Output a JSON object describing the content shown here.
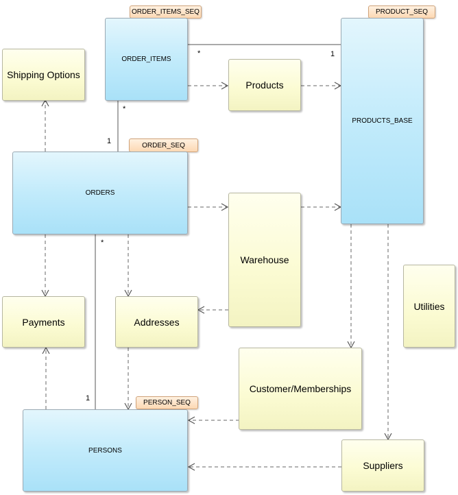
{
  "entities": {
    "order_items": "ORDER_ITEMS",
    "products_base": "PRODUCTS_BASE",
    "orders": "ORDERS",
    "persons": "PERSONS"
  },
  "sequences": {
    "order_items_seq": "ORDER_ITEMS_SEQ",
    "product_seq": "PRODUCT_SEQ",
    "order_seq": "ORDER_SEQ",
    "person_seq": "PERSON_SEQ"
  },
  "modules": {
    "shipping_options": "Shipping Options",
    "products": "Products",
    "warehouse": "Warehouse",
    "payments": "Payments",
    "addresses": "Addresses",
    "utilities": "Utilities",
    "customer_memberships": "Customer/Memberships",
    "suppliers": "Suppliers"
  },
  "multiplicities": {
    "order_items_products_many": "*",
    "order_items_products_one": "1",
    "order_items_orders_many": "*",
    "order_items_orders_one": "1",
    "orders_persons_many": "*",
    "orders_persons_one": "1"
  },
  "colors": {
    "entity_fill": "#c2ebfb",
    "module_fill": "#fbfbd2",
    "sequence_fill": "#fcd8b3",
    "line": "#555555"
  }
}
